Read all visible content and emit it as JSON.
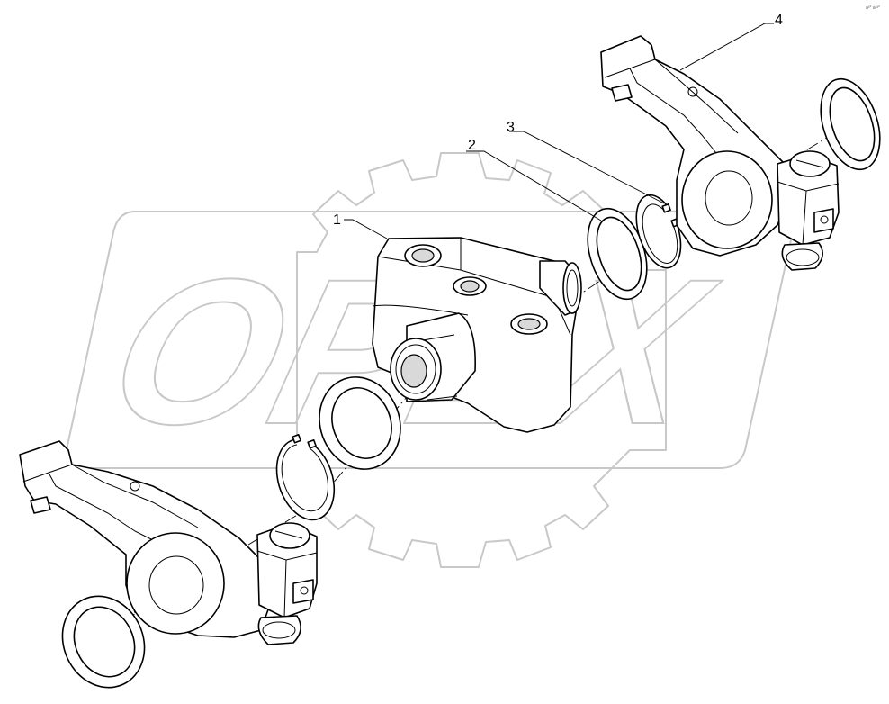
{
  "callouts": {
    "c1": "1",
    "c2": "2",
    "c3": "3",
    "c4": "4"
  },
  "watermark": {
    "text": "OPEX"
  },
  "corner_mark": "a³° a³³°"
}
